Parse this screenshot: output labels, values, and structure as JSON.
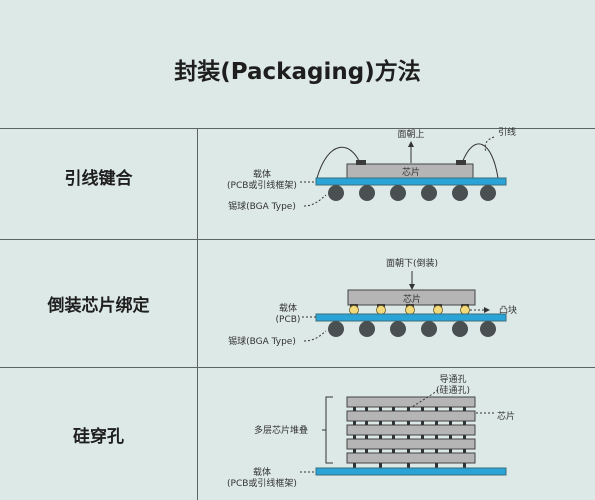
{
  "title": "封装(Packaging)方法",
  "rows": [
    {
      "label": "引线键合",
      "labels": {
        "face_up": "面朝上",
        "wire": "引线",
        "chip": "芯片",
        "substrate_1": "载体",
        "substrate_2": "(PCB或引线框架)",
        "solder_ball": "锡球(BGA Type)"
      }
    },
    {
      "label": "倒装芯片绑定",
      "labels": {
        "face_down": "面朝下(倒装)",
        "chip": "芯片",
        "substrate_1": "载体",
        "substrate_2": "(PCB)",
        "bump": "凸块",
        "solder_ball": "锡球(BGA Type)"
      }
    },
    {
      "label": "硅穿孔",
      "labels": {
        "via_1": "导通孔",
        "via_2": "(硅通孔)",
        "chip": "芯片",
        "stack": "多层芯片堆叠",
        "substrate_1": "载体",
        "substrate_2": "(PCB或引线框架)"
      }
    }
  ],
  "colors": {
    "background": "#dde9e7",
    "substrate": "#2aa4d6",
    "chip": "#b5b5b5",
    "solder_ball": "#4a4f52",
    "bump": "#f3d97a",
    "line": "#5c6466"
  }
}
